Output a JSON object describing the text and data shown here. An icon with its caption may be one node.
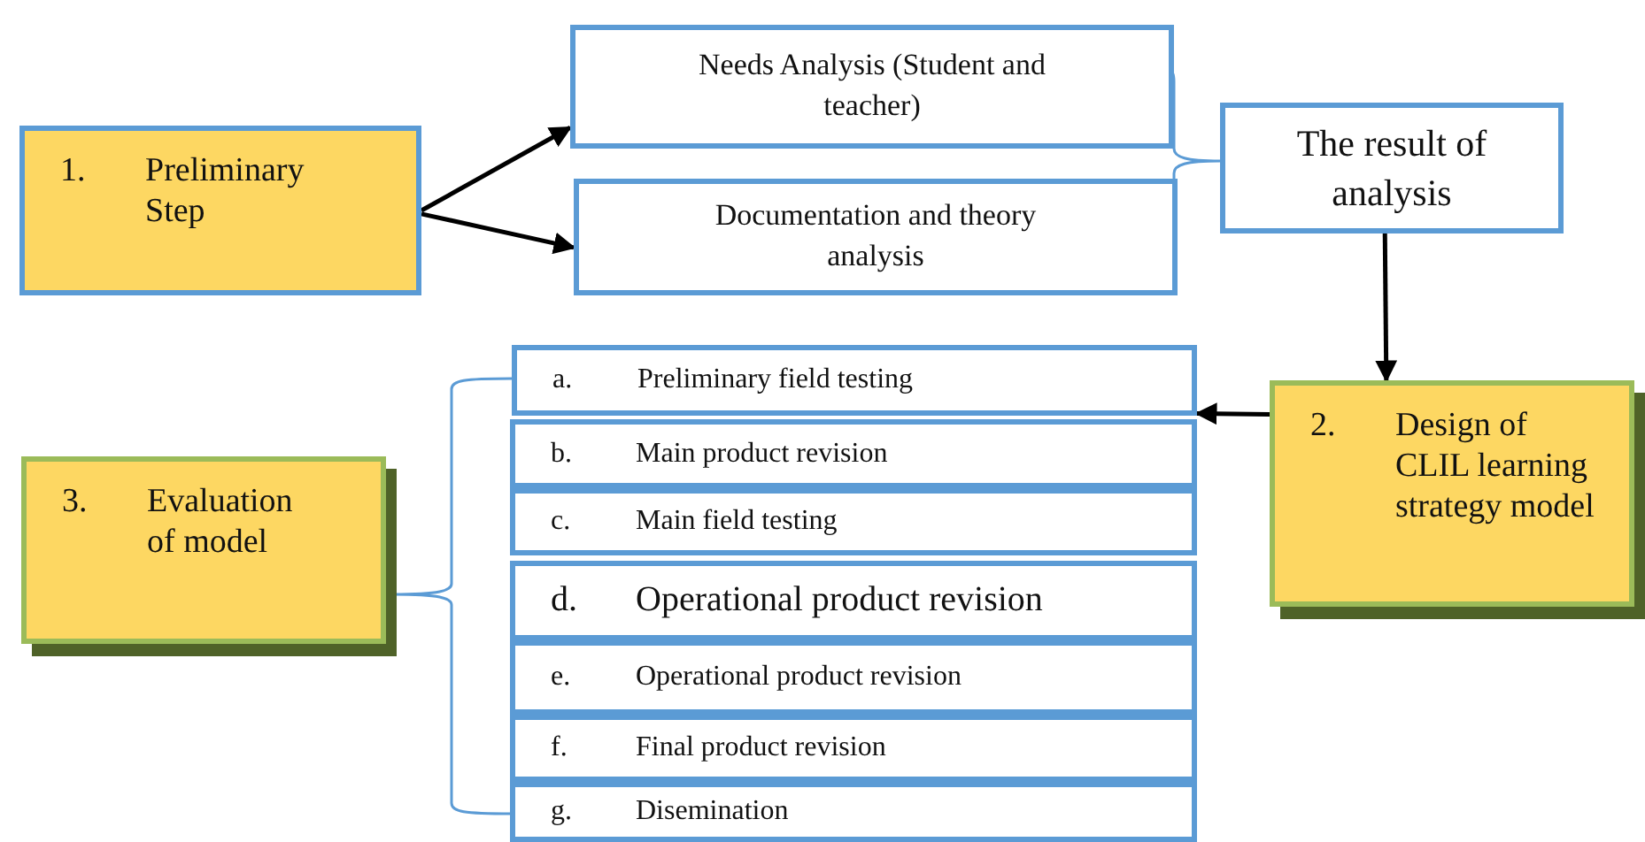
{
  "diagram": {
    "nodes": [
      {
        "text": [
          "1.",
          "Preliminary Step"
        ]
      },
      {
        "text": [
          "Needs Analysis (Student and teacher)"
        ]
      },
      {
        "text": [
          "Documentation and theory analysis"
        ]
      },
      {
        "text": [
          "The result of analysis"
        ]
      },
      {
        "text": [
          "2.",
          "Design of CLIL learning strategy model"
        ]
      },
      {
        "text": [
          "a.",
          "Preliminary field testing"
        ]
      },
      {
        "text": [
          "b.",
          "Main product revision"
        ]
      },
      {
        "text": [
          "c.",
          "Main field testing"
        ]
      },
      {
        "text": [
          "d.",
          "Operational product revision"
        ]
      },
      {
        "text": [
          "e.",
          "Operational product revision"
        ]
      },
      {
        "text": [
          "f.",
          "Final product revision"
        ]
      },
      {
        "text": [
          "g.",
          "Disemination"
        ]
      },
      {
        "text": [
          "3.",
          "Evaluation of model"
        ]
      }
    ],
    "edges": [
      {
        "from": 0,
        "to": 1,
        "arrow": "to"
      },
      {
        "from": 0,
        "to": 2,
        "arrow": "to"
      },
      {
        "from": 3,
        "to": 4,
        "arrow": "to"
      },
      {
        "from": 4,
        "to": 5,
        "arrow": "to"
      }
    ]
  }
}
